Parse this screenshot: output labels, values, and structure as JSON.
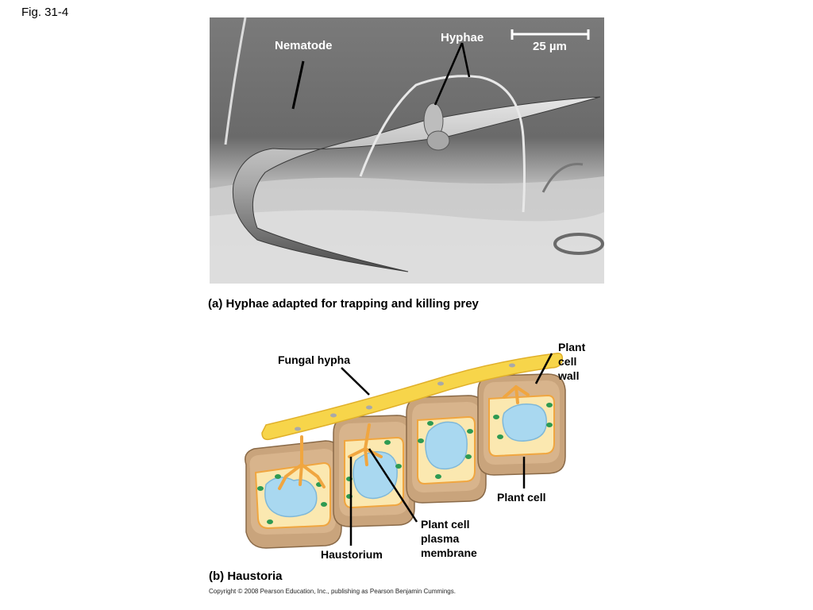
{
  "figure_label": "Fig. 31-4",
  "panel_a": {
    "labels": {
      "nematode": "Nematode",
      "hyphae": "Hyphae",
      "scale": "25 µm"
    },
    "caption": "(a) Hyphae adapted for trapping and killing prey"
  },
  "panel_b": {
    "labels": {
      "fungal_hypha": "Fungal hypha",
      "plant_cell_wall": [
        "Plant",
        "cell",
        "wall"
      ],
      "plant_cell": "Plant cell",
      "plasma_membrane": [
        "Plant cell",
        "plasma",
        "membrane"
      ],
      "haustorium": "Haustorium"
    },
    "caption": "(b) Haustoria"
  },
  "copyright": "Copyright © 2008 Pearson Education, Inc., publishing as Pearson Benjamin Cummings.",
  "colors": {
    "hypha_yellow": "#f7d54a",
    "cell_wall_tan": "#d8b48c",
    "cytoplasm": "#fbe8b0",
    "vacuole_blue": "#a9d8f0",
    "chloroplast_green": "#2e9a52"
  }
}
